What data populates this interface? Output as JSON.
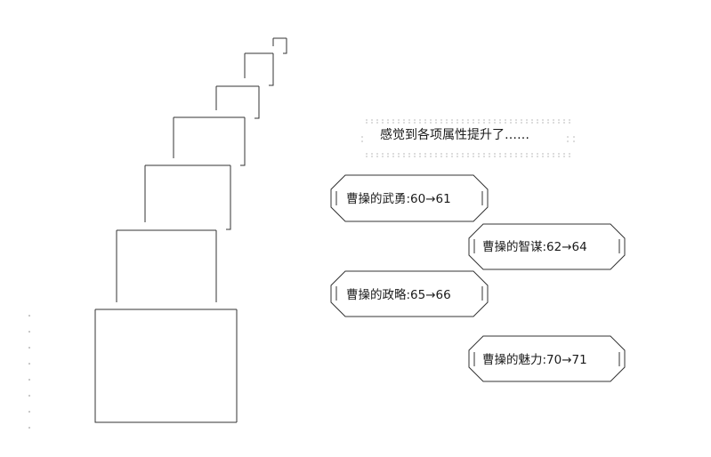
{
  "notice": {
    "text": "感觉到各项属性提升了……"
  },
  "stat_changes": [
    {
      "text": "曹操的武勇:60→61"
    },
    {
      "text": "曹操的智谋:62→64"
    },
    {
      "text": "曹操的政略:65→66"
    },
    {
      "text": "曹操的魅力:70→71"
    }
  ],
  "colors": {
    "line": "#333333",
    "dot": "#888888",
    "background": "#ffffff"
  }
}
